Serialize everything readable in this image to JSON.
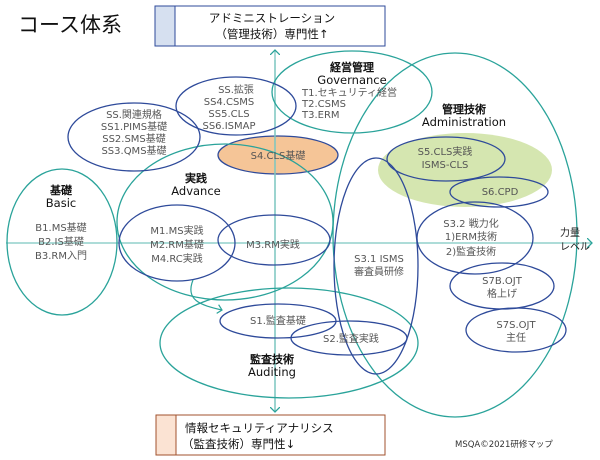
{
  "title": "コース体系",
  "top_box": {
    "line1": "アドミニストレーション",
    "line2": "（管理技術）専門性↑"
  },
  "bottom_box": {
    "line1": "情報セキュリティアナリシス",
    "line2": "（監査技術）専門性↓"
  },
  "axis_label": {
    "line1": "力量",
    "line2": "レベル"
  },
  "colors": {
    "teal": "#2aa39a",
    "blue": "#2e4a9a",
    "orange_fill": "#f5c597",
    "green_fill": "#d5e6b0",
    "top_strip": "#d6e0f0",
    "bottom_strip": "#fbe3d3"
  },
  "groups": {
    "basic": {
      "jp": "基礎",
      "en": "Basic",
      "items": [
        "B1.MS基礎",
        "B2.IS基礎",
        "B3.RM入門"
      ]
    },
    "advance": {
      "jp": "実践",
      "en": "Advance",
      "m_items": [
        "M1.MS実践",
        "M2.RM基礎",
        "M4.RC実践"
      ],
      "m3": "M3.RM実践"
    },
    "auditing": {
      "jp": "監査技術",
      "en": "Auditing",
      "s1": "S1.監査基礎",
      "s2": "S2.監査実践"
    },
    "governance": {
      "jp": "経営管理",
      "en": "Governance",
      "items": [
        "T1.セキュリティ経営",
        "T2.CSMS",
        "T3.ERM"
      ]
    },
    "administration": {
      "jp": "管理技術",
      "en": "Administration"
    },
    "ss_ext": {
      "items": [
        "SS.拡張",
        "SS4.CSMS",
        "SS5.CLS",
        "SS6.ISMAP"
      ]
    },
    "ss_related": {
      "items": [
        "SS.関連規格",
        "SS1.PIMS基礎",
        "SS2.SMS基礎",
        "SS3.QMS基礎"
      ]
    },
    "s4": "S4.CLS基礎",
    "s5": {
      "line1": "S5.CLS実践",
      "line2": "ISMS-CLS"
    },
    "s6": "S6.CPD",
    "s32": {
      "line1": "S3.2 戦力化",
      "line2": "1)ERM技術",
      "line3": "2)監査技術"
    },
    "s31": {
      "line1": "S3.1 ISMS",
      "line2": "審査員研修"
    },
    "s7b": {
      "line1": "S7B.OJT",
      "line2": "格上げ"
    },
    "s7s": {
      "line1": "S7S.OJT",
      "line2": "主任"
    }
  },
  "footer": "MSQA©2021研修マップ"
}
